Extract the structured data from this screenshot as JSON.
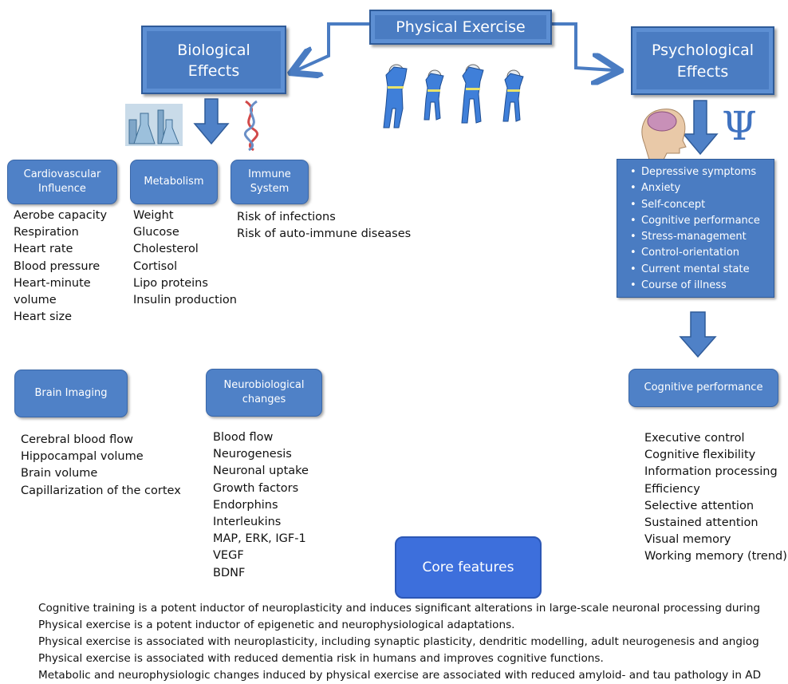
{
  "top": {
    "physical_exercise": "Physical Exercise",
    "biological_effects_l1": "Biological",
    "biological_effects_l2": "Effects",
    "psychological_effects_l1": "Psychological",
    "psychological_effects_l2": "Effects"
  },
  "biological": {
    "cardiovascular": {
      "title_l1": "Cardiovascular",
      "title_l2": "Influence",
      "items": [
        "Aerobe capacity",
        "Respiration",
        "Heart rate",
        "Blood pressure",
        "Heart-minute",
        "volume",
        "Heart size"
      ]
    },
    "metabolism": {
      "title": "Metabolism",
      "items": [
        "Weight",
        "Glucose",
        "Cholesterol",
        "Cortisol",
        "Lipo proteins",
        "Insulin production"
      ]
    },
    "immune": {
      "title_l1": "Immune",
      "title_l2": "System",
      "items": [
        "Risk of infections",
        "Risk of auto-immune diseases"
      ]
    }
  },
  "psychological": {
    "items": [
      "Depressive symptoms",
      "Anxiety",
      "Self-concept",
      "Cognitive performance",
      "Stress-management",
      "Control-orientation",
      "Current mental state",
      "Course of illness"
    ],
    "psi_symbol": "Ψ"
  },
  "brain_imaging": {
    "title": "Brain Imaging",
    "items": [
      "Cerebral blood flow",
      "Hippocampal volume",
      "Brain volume",
      "Capillarization of the cortex"
    ]
  },
  "neurobiological": {
    "title_l1": "Neurobiological",
    "title_l2": "changes",
    "items": [
      "Blood flow",
      "Neurogenesis",
      "Neuronal uptake",
      "Growth factors",
      "Endorphins",
      "Interleukins",
      "MAP, ERK, IGF-1",
      "VEGF",
      "BDNF"
    ]
  },
  "cognitive_performance": {
    "title": "Cognitive performance",
    "items": [
      "Executive control",
      "Cognitive flexibility",
      "Information processing",
      "Efficiency",
      "Selective attention",
      "Sustained attention",
      "Visual memory",
      "Working memory (trend)"
    ]
  },
  "core_features": {
    "title": "Core features",
    "lines": [
      "Cognitive training is a potent inductor of neuroplasticity and induces significant alterations in large-scale neuronal processing during",
      "Physical exercise is a potent inductor of epigenetic and neurophysiological adaptations.",
      "Physical exercise is associated with neuroplasticity, including synaptic plasticity, dendritic modelling, adult neurogenesis and angiog",
      "Physical exercise is associated with reduced dementia risk in humans and improves cognitive functions.",
      "Metabolic and neurophysiologic changes induced by physical exercise are associated with reduced amyloid- and tau pathology in AD"
    ]
  },
  "colors": {
    "box_blue": "#4a7cc2",
    "arrow_blue": "#4a7cc2",
    "core_blue": "#3d6fdc"
  },
  "icons": [
    "lab-glassware-icon",
    "dna-icon",
    "brain-head-icon",
    "psi-icon",
    "exercising-figures-icon"
  ]
}
